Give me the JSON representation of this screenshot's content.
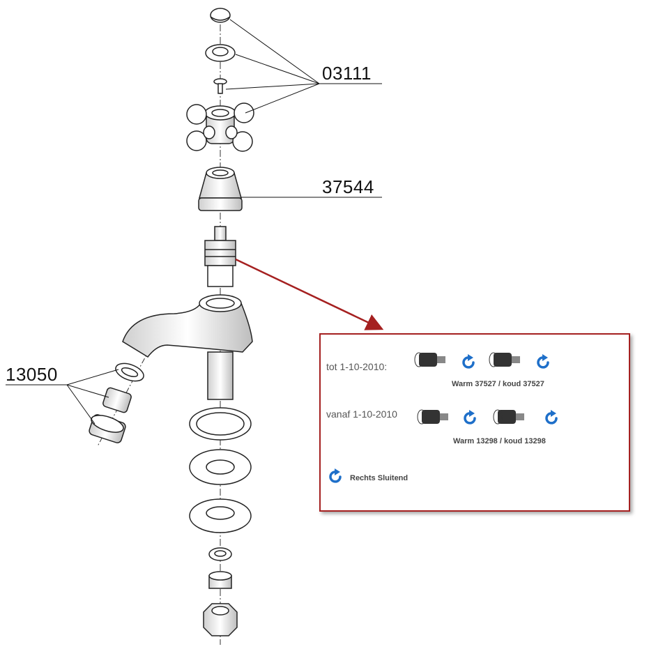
{
  "part_numbers": {
    "handle_set": "03111",
    "bell_cover": "37544",
    "aerator_set": "13050"
  },
  "info_box": {
    "before_label": "tot 1-10-2010:",
    "before_codes": "Warm 37527 / koud 37527",
    "after_label": "vanaf 1-10-2010",
    "after_codes": "Warm 13298 / koud 13298",
    "legend_label": "Rechts Sluitend"
  },
  "icons": {
    "rotation": "clockwise-arrow-icon",
    "cartridge": "valve-cartridge-icon"
  },
  "colors": {
    "callout_arrow": "#a52020",
    "box_border": "#a52020",
    "rotation_icon": "#1e6fc9",
    "line_art": "#222222"
  }
}
